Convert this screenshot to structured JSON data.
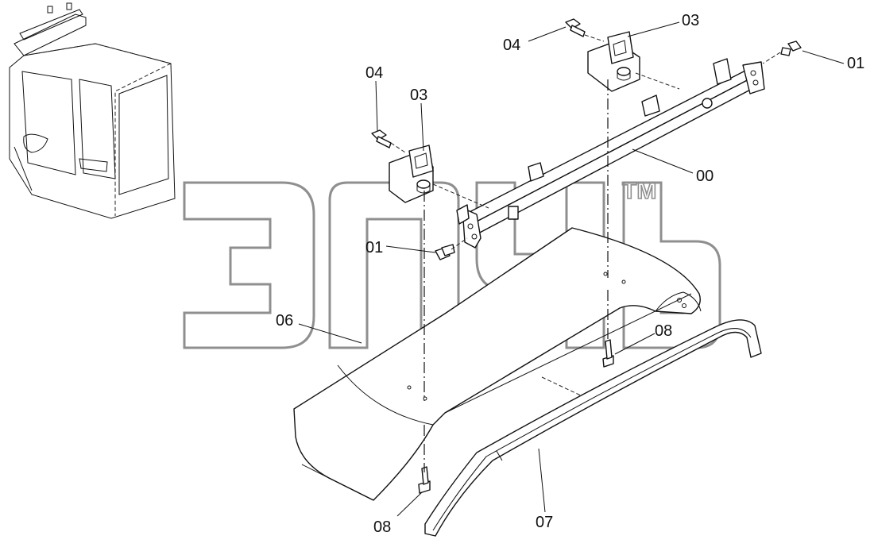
{
  "watermark": {
    "trademark": "TM"
  },
  "callouts": [
    {
      "id": "callout-00",
      "text": "00"
    },
    {
      "id": "callout-01-right",
      "text": "01"
    },
    {
      "id": "callout-01-left",
      "text": "01"
    },
    {
      "id": "callout-03-right",
      "text": "03"
    },
    {
      "id": "callout-03-left",
      "text": "03"
    },
    {
      "id": "callout-04-right",
      "text": "04"
    },
    {
      "id": "callout-04-left",
      "text": "04"
    },
    {
      "id": "callout-06",
      "text": "06"
    },
    {
      "id": "callout-07",
      "text": "07"
    },
    {
      "id": "callout-08-right",
      "text": "08"
    },
    {
      "id": "callout-08-bottom",
      "text": "08"
    }
  ]
}
